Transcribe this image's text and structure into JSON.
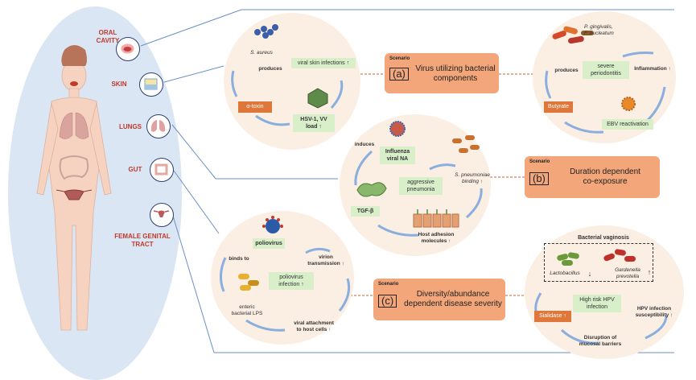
{
  "body_sites": [
    {
      "label": "ORAL\nCAVITY"
    },
    {
      "label": "SKIN"
    },
    {
      "label": "LUNGS"
    },
    {
      "label": "GUT"
    },
    {
      "label": "FEMALE GENITAL\nTRACT"
    }
  ],
  "scenario_word": "Scenario",
  "scenarios": [
    {
      "letter": "(a)",
      "title": "Virus utilizing bacterial\ncomponents"
    },
    {
      "letter": "(b)",
      "title": "Duration dependent\nco-exposure"
    },
    {
      "letter": "(c)",
      "title": "Diversity/abundance\ndependent disease severity"
    }
  ],
  "skin_cluster": {
    "bacterium": "S. aureus",
    "produces": "produces",
    "viral_skin_infections": "viral skin infections ↑",
    "toxin": "α-toxin",
    "hsv": "HSV-1, VV\nload ↑"
  },
  "oral_cluster": {
    "bacteria": "P. gingivalis,\nF. nucleatum",
    "produces": "produces",
    "periodontitis": "severe\nperiodontitis",
    "inflammation": "Inflammation ↑",
    "butyrate": "Butyrate",
    "ebv": "EBV reactivation"
  },
  "lung_cluster": {
    "induces": "induces",
    "influenza": "Influenza\nviral NA",
    "pneumonia": "aggressive\npneumonia",
    "s_pneumoniae": "S. pneumoniae\nbinding ↑",
    "tgf": "TGF-β",
    "adhesion": "Host adhesion\nmolecules ↑"
  },
  "gut_cluster": {
    "poliovirus": "poliovirus",
    "binds": "binds to",
    "infection": "poliovirus\ninfection ↑",
    "transmission": "virion\ntransmission ↑",
    "lps": "enteric\nbacterial LPS",
    "attachment": "viral attachment\nto host cells ↑"
  },
  "fgt_cluster": {
    "title": "Bacterial vaginosis",
    "lactobacillus": "Lactobacillus",
    "gardnerella": "Gardenella\nprevotella",
    "hpv": "High risk HPV\ninfection",
    "susceptibility": "HPV infection\nsusceptibility ↑",
    "sialidase": "Sialidase ↑",
    "disruption": "Disruption of\nmucosal barriers",
    "down": "↓",
    "up": "↑"
  }
}
